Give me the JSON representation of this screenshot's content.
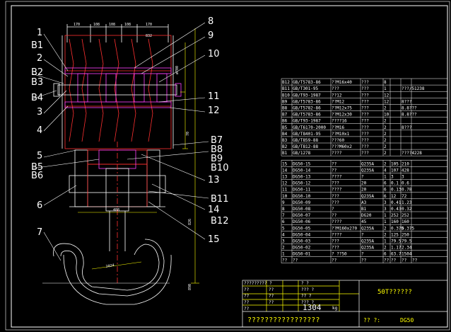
{
  "drawing": {
    "part_numbers": [
      "1",
      "2",
      "3",
      "4",
      "5",
      "6",
      "7",
      "8",
      "9",
      "10",
      "11",
      "12",
      "13",
      "14",
      "15"
    ],
    "b_labels_left": [
      "B1",
      "B2",
      "B3",
      "B4",
      "B5",
      "B6"
    ],
    "b_labels_right": [
      "B7",
      "B8",
      "B9",
      "B10",
      "B11",
      "B12"
    ],
    "dimensions": {
      "top": [
        "170",
        "108",
        "108",
        "108",
        "170"
      ],
      "top_right": "832",
      "right_small": "ø700",
      "right_mid": "70",
      "bottom_width": "488",
      "vertical": "826",
      "hook_vertical": "890",
      "hook_inner": "2024"
    }
  },
  "parts_table": {
    "rows_upper": [
      [
        "B12",
        "GB/T5783-86",
        "??M16x40",
        "???",
        "8",
        "",
        ""
      ],
      [
        "B11",
        "GB/T301-95",
        "???",
        "???",
        "1",
        "",
        "???/51238"
      ],
      [
        "B10",
        "GB/T93-1987",
        "??12",
        "???",
        "12",
        "",
        ""
      ],
      [
        "B9",
        "GB/T5783-86",
        "??M12",
        "???",
        "12",
        "",
        "8???"
      ],
      [
        "B8",
        "GB/T5782-86",
        "??M12x75",
        "???",
        "2",
        "",
        "8.8???"
      ],
      [
        "B7",
        "GB/T5783-86",
        "??M12x30",
        "???",
        "10",
        "",
        "8.8???"
      ],
      [
        "B6",
        "GB/T93-1987",
        "????16",
        "???",
        "2",
        "",
        ""
      ],
      [
        "B5",
        "GB/T6170-2000",
        "??M16",
        "???",
        "2",
        "",
        "8???"
      ],
      [
        "B4",
        "GB/T8401-95",
        "??M10x1",
        "???",
        "2",
        "",
        ""
      ],
      [
        "B3",
        "GB/T859-88",
        "???60",
        "???",
        "2",
        "",
        ""
      ],
      [
        "B2",
        "GB/T812-88",
        "???M60x2",
        "???",
        "2",
        "",
        ""
      ],
      [
        "B1",
        "GB/1278",
        "????",
        "???",
        "2",
        "",
        "????4228"
      ]
    ],
    "rows_lower": [
      [
        "15",
        "DG50-15",
        "??",
        "Q235A",
        "2",
        "105",
        "210"
      ],
      [
        "14",
        "DG50-14",
        "??",
        "Q235A",
        "4",
        "107",
        "428"
      ],
      [
        "13",
        "DG50-13",
        "????",
        "?",
        "1",
        "3",
        "3"
      ],
      [
        "12",
        "DG50-12",
        "???",
        "20",
        "6",
        "0.1",
        "0.6"
      ],
      [
        "11",
        "DG50-11",
        "????",
        "20",
        "6",
        "0.13",
        "0.78"
      ],
      [
        "10",
        "DG50-10",
        "???",
        "Q235A",
        "6",
        "12",
        "72"
      ],
      [
        "9",
        "DG50-09",
        "???",
        "A3",
        "3",
        "0.41",
        "1.23"
      ],
      [
        "8",
        "DG50-08",
        "?",
        "B1",
        "3",
        "0.43",
        "0.32"
      ],
      [
        "7",
        "DG50-07",
        "??",
        "DG20",
        "1",
        "252",
        "252"
      ],
      [
        "6",
        "DG50-06",
        "????",
        "45",
        "1",
        "160",
        "160"
      ],
      [
        "5",
        "DG50-05",
        "??M160x270",
        "Q235A",
        "2",
        "0.375",
        "0.375"
      ],
      [
        "4",
        "DG50-04",
        "????",
        "?",
        "2",
        "125",
        "250"
      ],
      [
        "3",
        "DG50-03",
        "???",
        "Q235A",
        "1",
        "79.5",
        "79.5"
      ],
      [
        "2",
        "DG50-02",
        "???",
        "Q235A",
        "2",
        "1.17",
        "2.34"
      ],
      [
        "1",
        "DG50-01",
        "? ??50",
        "?",
        "6",
        "63.7",
        "1504"
      ]
    ],
    "header": [
      "??",
      "??",
      "??",
      "??",
      "??",
      "??",
      "??",
      "??"
    ]
  },
  "title_block": {
    "left_rows": [
      "????????? ?",
      "??",
      "??",
      "??",
      "??",
      "??",
      "??",
      "??"
    ],
    "mid_rows": [
      "? ?",
      "??? ?",
      "?? ?",
      "??? ?"
    ],
    "weight": "1304",
    "weight_unit": "kg",
    "drawing_title": "50T??????",
    "company": "?????????????????",
    "drawing_no_label": "?? ?:",
    "drawing_no": "DG50"
  }
}
